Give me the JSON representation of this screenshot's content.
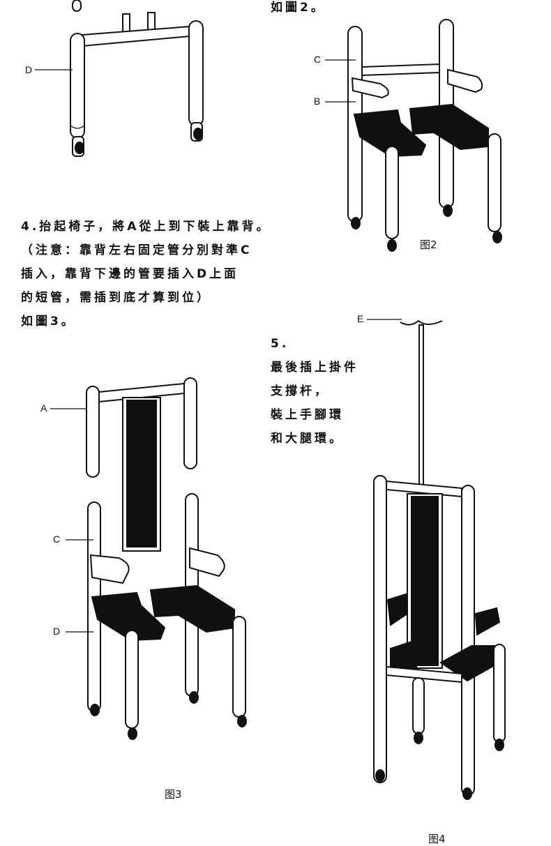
{
  "step2_tail": "如圖2。",
  "step4": {
    "lines": [
      "4.抬起椅子，將A從上到下裝上靠背。",
      "（注意：靠背左右固定管分別對準C",
      "插入，靠背下邊的管要插入D上面",
      "的短管，需插到底才算到位）",
      "如圖3。"
    ]
  },
  "step5": {
    "lines": [
      "5.",
      "最後插上掛件",
      "支撐杆，",
      "裝上手腳環",
      "和大腿環。"
    ]
  },
  "labels": {
    "D_top": "D",
    "C_fig2": "C",
    "B_fig2": "B",
    "A_fig3": "A",
    "C_fig3": "C",
    "D_fig3": "D",
    "E_fig4": "E"
  },
  "captions": {
    "fig2": "图2",
    "fig3": "图3",
    "fig4": "图4"
  }
}
